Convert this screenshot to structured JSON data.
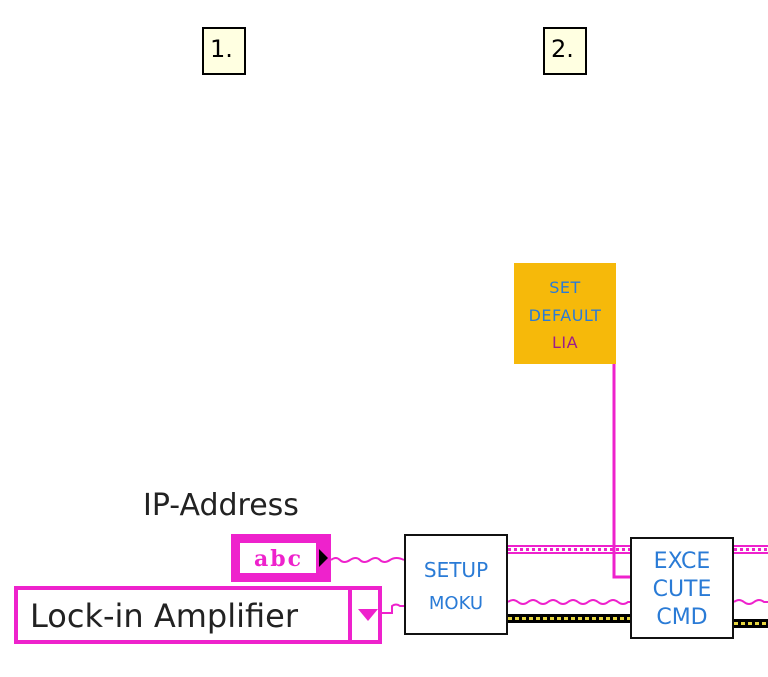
{
  "steps": {
    "step1": "1.",
    "step2": "2."
  },
  "constant": {
    "line1": "SET",
    "line2": "DEFAULT",
    "line3": "LIA"
  },
  "ip_address": {
    "label": "IP-Address",
    "type_glyph": "abc"
  },
  "instrument_select": {
    "value": "Lock-in Amplifier"
  },
  "setup_vi": {
    "line1": "SETUP",
    "line2": "MOKU"
  },
  "execute_vi": {
    "line1": "EXCE",
    "line2": "CUTE",
    "line3": "CMD"
  },
  "colors": {
    "string_wire": "#ee22cc",
    "error_wire": "#e6d640",
    "constant_bg": "#f6b90a",
    "vi_text": "#2a7bd6"
  }
}
